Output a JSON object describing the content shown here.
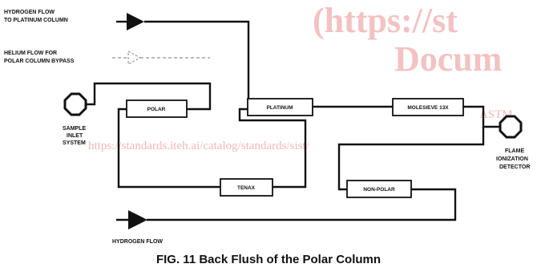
{
  "watermark": {
    "line1": "(https://st",
    "line2": "Docum",
    "line3": "ASTM",
    "url": "https://standards.iteh.ai/catalog/standards/sist/"
  },
  "labels": {
    "hydrogen_flow_top_1": "HYDROGEN FLOW",
    "hydrogen_flow_top_2": "TO PLATINUM COLUMN",
    "helium_flow_1": "HELIUM FLOW FOR",
    "helium_flow_2": "POLAR COLUMN BYPASS",
    "sample_1": "SAMPLE",
    "sample_2": "INLET",
    "sample_3": "SYSTEM",
    "flame_1": "FLAME",
    "flame_2": "IONIZATION",
    "flame_3": "DETECTOR",
    "hydrogen_flow_bottom": "HYDROGEN FLOW"
  },
  "columns": {
    "polar": "POLAR",
    "platinum": "PLATINUM",
    "molesieve": "MOLESIEVE 13X",
    "tenax": "TENAX",
    "nonpolar": "NON-POLAR"
  },
  "caption": "FIG. 11 Back Flush of the Polar Column"
}
